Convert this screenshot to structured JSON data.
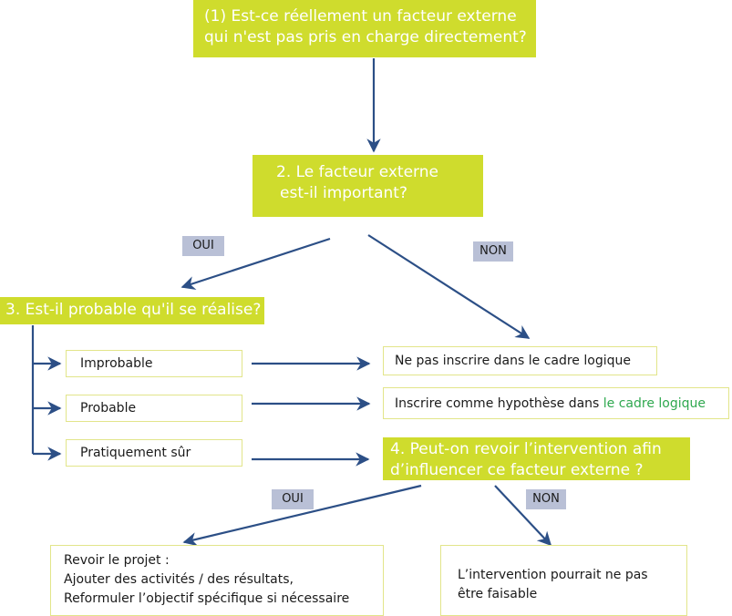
{
  "q1": {
    "line1": "(1) Est-ce réellement un  facteur externe",
    "line2": "qui n'est pas pris en charge directement?"
  },
  "q2": {
    "line1": "2. Le facteur externe",
    "line2": "est-il important?"
  },
  "q3": {
    "label": "3. Est-il probable qu'il se réalise?"
  },
  "q4": {
    "line1": "4. Peut-on revoir l’intervention afin",
    "line2": "d’influencer ce facteur externe ?"
  },
  "labels": {
    "oui_top": "OUI",
    "non_top": "NON",
    "oui_bottom": "OUI",
    "non_bottom": "NON"
  },
  "options": [
    "Improbable",
    "Probable",
    "Pratiquement sûr"
  ],
  "outcomes": {
    "no_frame": "Ne pas inscrire dans le cadre logique",
    "hypothesis_prefix": "Inscrire comme hypothèse dans ",
    "hypothesis_link": "le cadre logique"
  },
  "final": {
    "revise_line1": "Revoir le projet :",
    "revise_line2": "Ajouter des activités / des résultats,",
    "revise_line3": "Reformuler l’objectif spécifique si nécessaire",
    "infeasible_line1": "L’intervention pourrait ne pas",
    "infeasible_line2": "être faisable"
  },
  "colors": {
    "lime": "#cfdc2d",
    "arrow": "#2c4f86",
    "tag": "#b9c0d6",
    "link_green": "#2fa84f"
  }
}
